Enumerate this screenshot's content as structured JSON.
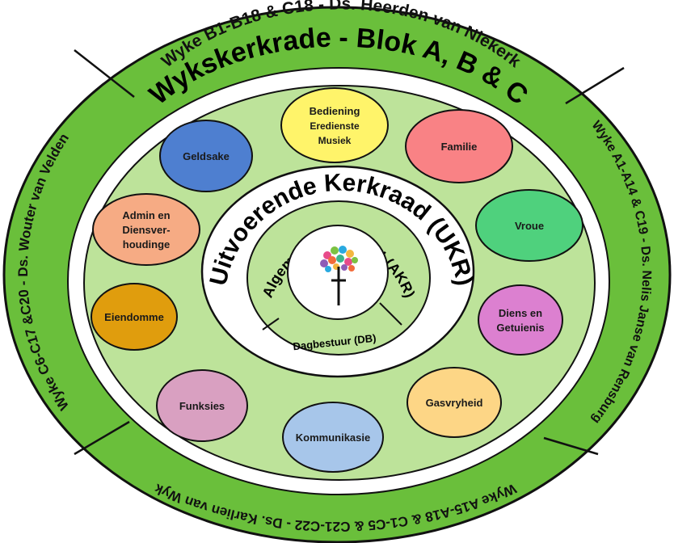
{
  "colors": {
    "outer_ring": "#6abf3b",
    "green_fill": "#bde39a",
    "white": "#ffffff",
    "outline": "#111111"
  },
  "outer_ring": {
    "top": "Wyke B1-B18 & C18 - Ds. Heerden van Niekerk",
    "right": "Wyke A1-A14 & C19 - Ds. Nelis Janse van Rensburg",
    "bottom": "Wyke A15-A18 & C1-C5 & C21-C22 - Ds. Karlien van Wyk",
    "left": "Wyke C6-C17 &C20 - Ds. Wouter van Velden"
  },
  "title": "Wykskerkrade - Blok A, B & C",
  "ukr_label": "Uitvoerende Kerkraad (UKR)",
  "akr_label": "Algemene Kerkraad (AKR)",
  "db_label": "Dagbestuur (DB)",
  "logo_icon": "tree-cross-icon",
  "bubbles": [
    {
      "id": "bediening",
      "lines": [
        "Bediening",
        "Eredienste",
        "Musiek"
      ],
      "color": "#fff46a"
    },
    {
      "id": "familie",
      "lines": [
        "Familie"
      ],
      "color": "#f98285"
    },
    {
      "id": "vroue",
      "lines": [
        "Vroue"
      ],
      "color": "#4fd17d"
    },
    {
      "id": "diens-en-getuienis",
      "lines": [
        "Diens en",
        "Getuienis"
      ],
      "color": "#dc80d0"
    },
    {
      "id": "gasvryheid",
      "lines": [
        "Gasvryheid"
      ],
      "color": "#fdd686"
    },
    {
      "id": "kommunikasie",
      "lines": [
        "Kommunikasie"
      ],
      "color": "#a7c6ea"
    },
    {
      "id": "funksies",
      "lines": [
        "Funksies"
      ],
      "color": "#d9a0c1"
    },
    {
      "id": "eiendomme",
      "lines": [
        "Eiendomme"
      ],
      "color": "#e09d0d"
    },
    {
      "id": "admin-en-diensverhoudinge",
      "lines": [
        "Admin en",
        "Diensver-",
        "houdinge"
      ],
      "color": "#f6ab84"
    },
    {
      "id": "geldsake",
      "lines": [
        "Geldsake"
      ],
      "color": "#4e7fd0"
    }
  ]
}
